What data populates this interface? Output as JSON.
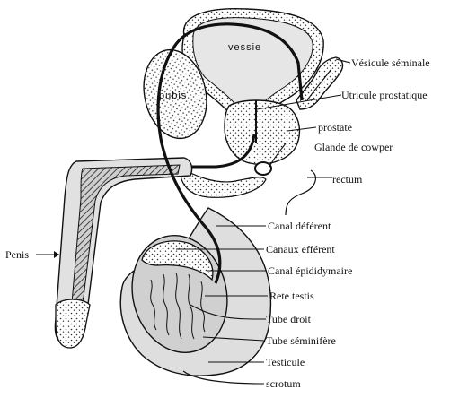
{
  "inner_labels": {
    "bladder": "vessie",
    "pubis": "pubis"
  },
  "labels": {
    "seminal_vesicle": "Vésicule séminale",
    "prostatic_utricle": "Utricule prostatique",
    "prostate": "prostate",
    "cowper_gland": "Glande de cowper",
    "rectum": "rectum",
    "vas_deferens": "Canal déférent",
    "efferent_ducts": "Canaux efférent",
    "epididymal_duct": "Canal épididymaire",
    "rete_testis": "Rete testis",
    "straight_tubule": "Tube droit",
    "seminiferous_tubule": "Tube séminifère",
    "testicle": "Testicule",
    "scrotum": "scrotum",
    "penis": "Penis"
  },
  "colors": {
    "ink": "#111111",
    "tissue": "#d9d9d9",
    "tissue_light": "#e8e8e8",
    "background": "#ffffff"
  }
}
